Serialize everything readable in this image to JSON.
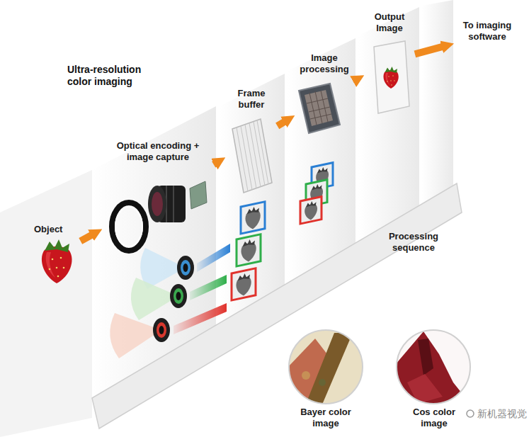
{
  "diagram": {
    "title": "Ultra-resolution color imaging",
    "nodes": [
      {
        "text": [
          "Object"
        ]
      },
      {
        "text": [
          "Optical encoding + image capture"
        ]
      },
      {
        "text": [
          "Frame buffer"
        ]
      },
      {
        "text": [
          "Image processing"
        ]
      },
      {
        "text": [
          "Output Image"
        ]
      },
      {
        "text": [
          "To imaging software"
        ]
      }
    ],
    "edges": [
      {
        "from": 0,
        "to": 1,
        "arrow": "to"
      },
      {
        "from": 1,
        "to": 2,
        "arrow": "to"
      },
      {
        "from": 2,
        "to": 3,
        "arrow": "to"
      },
      {
        "from": 3,
        "to": 4,
        "arrow": "to"
      },
      {
        "from": 4,
        "to": 5,
        "arrow": "to"
      }
    ],
    "labels": [
      "Processing sequence",
      "Bayer color image",
      "Cos color image",
      "新机器视觉"
    ]
  }
}
